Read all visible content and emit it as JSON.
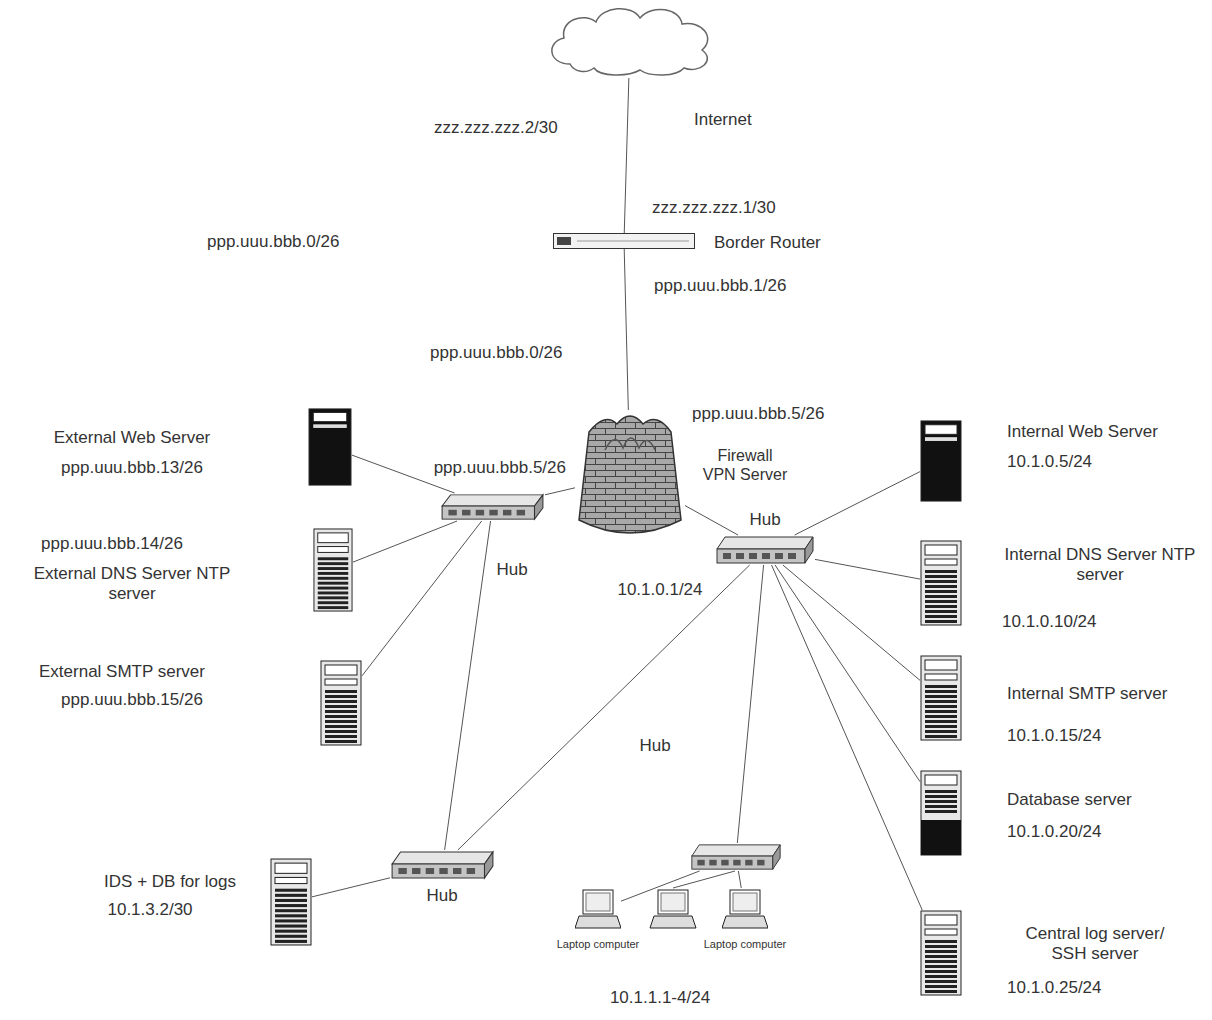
{
  "diagram": {
    "nodes": [
      {
        "text": [
          "Internet"
        ]
      },
      {
        "text": [
          "Border Router"
        ]
      },
      {
        "text": [
          "Firewall VPN Server"
        ]
      },
      {
        "text": [
          "Hub"
        ]
      },
      {
        "text": [
          "Hub"
        ]
      },
      {
        "text": [
          "External Web Server",
          "ppp.uuu.bbb.13/26"
        ]
      },
      {
        "text": [
          "ppp.uuu.bbb.14/26",
          "External DNS Server NTP server"
        ]
      },
      {
        "text": [
          "External SMTP server",
          "ppp.uuu.bbb.15/26"
        ]
      },
      {
        "text": [
          "Hub"
        ]
      },
      {
        "text": [
          "IDS + DB for logs",
          "10.1.3.2/30"
        ]
      },
      {
        "text": [
          "Hub"
        ]
      },
      {
        "text": [
          "Laptop computer"
        ]
      },
      {
        "text": [
          "Laptop computer"
        ]
      },
      {
        "text": [
          "Internal Web Server",
          "10.1.0.5/24"
        ]
      },
      {
        "text": [
          "Internal DNS Server NTP server",
          "10.1.0.10/24"
        ]
      },
      {
        "text": [
          "Internal SMTP server",
          "10.1.0.15/24"
        ]
      },
      {
        "text": [
          "Database server",
          "10.1.0.20/24"
        ]
      },
      {
        "text": [
          "Central log server/ SSH server",
          "10.1.0.25/24"
        ]
      }
    ],
    "edges": [
      {
        "from": 0,
        "to": 1,
        "arrow": "none"
      },
      {
        "from": 1,
        "to": 2,
        "arrow": "none"
      },
      {
        "from": 2,
        "to": 3,
        "arrow": "none"
      },
      {
        "from": 2,
        "to": 4,
        "arrow": "none"
      },
      {
        "from": 3,
        "to": 5,
        "arrow": "none"
      },
      {
        "from": 3,
        "to": 6,
        "arrow": "none"
      },
      {
        "from": 3,
        "to": 7,
        "arrow": "none"
      },
      {
        "from": 3,
        "to": 8,
        "arrow": "none"
      },
      {
        "from": 4,
        "to": 8,
        "arrow": "none"
      },
      {
        "from": 8,
        "to": 9,
        "arrow": "none"
      },
      {
        "from": 4,
        "to": 10,
        "arrow": "none"
      },
      {
        "from": 10,
        "to": 11,
        "arrow": "none"
      },
      {
        "from": 10,
        "to": 12,
        "arrow": "none"
      },
      {
        "from": 4,
        "to": 13,
        "arrow": "none"
      },
      {
        "from": 4,
        "to": 14,
        "arrow": "none"
      },
      {
        "from": 4,
        "to": 15,
        "arrow": "none"
      },
      {
        "from": 4,
        "to": 16,
        "arrow": "none"
      },
      {
        "from": 4,
        "to": 17,
        "arrow": "none"
      }
    ],
    "labels": [
      "zzz.zzz.zzz.2/30",
      "zzz.zzz.zzz.1/30",
      "ppp.uuu.bbb.0/26",
      "ppp.uuu.bbb.1/26",
      "ppp.uuu.bbb.0/26",
      "ppp.uuu.bbb.5/26",
      "ppp.uuu.bbb.5/26",
      "10.1.0.1/24",
      "10.1.1.1-4/24"
    ]
  }
}
